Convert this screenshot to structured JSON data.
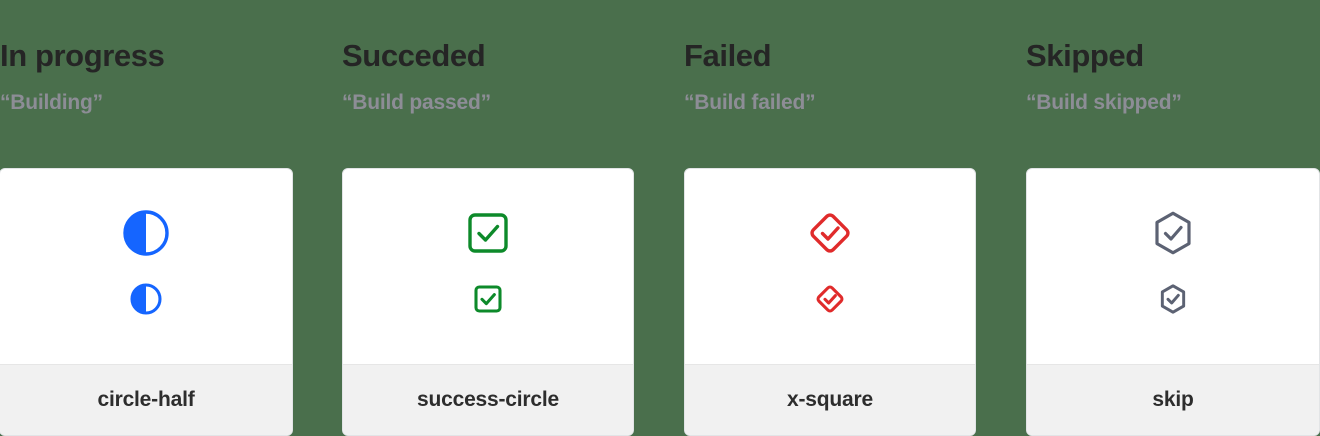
{
  "page": {
    "background_color": "#4a6f4c"
  },
  "columns": [
    {
      "heading": "In progress",
      "subheading": "“Building”",
      "icon_name": "circle-half-icon",
      "icon_label": "circle-half",
      "color": "#1565ff"
    },
    {
      "heading": "Succeded",
      "subheading": "“Build passed”",
      "icon_name": "success-circle-icon",
      "icon_label": "success-circle",
      "color": "#0d8a2a"
    },
    {
      "heading": "Failed",
      "subheading": "“Build failed”",
      "icon_name": "x-square-icon",
      "icon_label": "x-square",
      "color": "#e02b2b"
    },
    {
      "heading": "Skipped",
      "subheading": "“Build skipped”",
      "icon_name": "skip-icon",
      "icon_label": "skip",
      "color": "#5c6273"
    }
  ]
}
